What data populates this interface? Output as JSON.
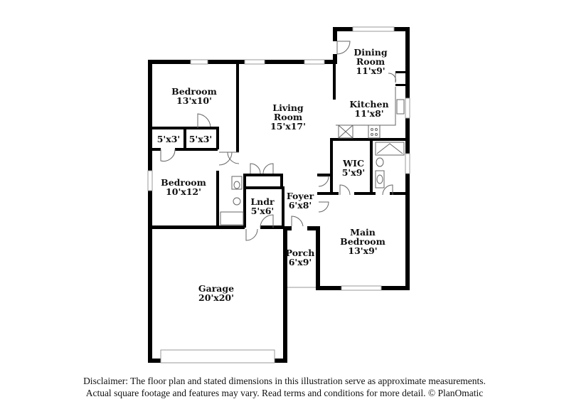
{
  "colors": {
    "wall": "#000000",
    "thin": "#555555",
    "window": "#bbbbbb",
    "background": "#ffffff"
  },
  "rooms": [
    {
      "id": "dining",
      "name_lines": [
        "Dining",
        "Room"
      ],
      "dims": "11'x9'"
    },
    {
      "id": "kitchen",
      "name_lines": [
        "Kitchen"
      ],
      "dims": "11'x8'"
    },
    {
      "id": "living",
      "name_lines": [
        "Living",
        "Room"
      ],
      "dims": "15'x17'"
    },
    {
      "id": "bedroom1",
      "name_lines": [
        "Bedroom"
      ],
      "dims": "13'x10'"
    },
    {
      "id": "closet1",
      "name_lines": [],
      "dims": "5'x3'"
    },
    {
      "id": "closet2",
      "name_lines": [],
      "dims": "5'x3'"
    },
    {
      "id": "bedroom2",
      "name_lines": [
        "Bedroom"
      ],
      "dims": "10'x12'"
    },
    {
      "id": "laundry",
      "name_lines": [
        "Lndr"
      ],
      "dims": "5'x6'"
    },
    {
      "id": "foyer",
      "name_lines": [
        "Foyer"
      ],
      "dims": "6'x8'"
    },
    {
      "id": "wic",
      "name_lines": [
        "WIC"
      ],
      "dims": "5'x9'"
    },
    {
      "id": "main_bedroom",
      "name_lines": [
        "Main",
        "Bedroom"
      ],
      "dims": "13'x9'"
    },
    {
      "id": "porch",
      "name_lines": [
        "Porch"
      ],
      "dims": "6'x9'"
    },
    {
      "id": "garage",
      "name_lines": [
        "Garage"
      ],
      "dims": "20'x20'"
    }
  ],
  "disclaimer": {
    "line1": "Disclaimer: The floor plan and stated dimensions in this illustration serve as approximate measurements.",
    "line2": "Actual square footage and features may vary. Read terms and conditions for more detail. © PlanOmatic"
  }
}
